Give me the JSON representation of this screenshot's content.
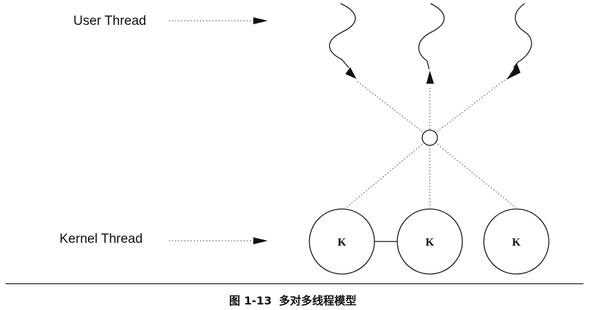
{
  "labels": {
    "user_thread": "User Thread",
    "kernel_thread": "Kernel Thread"
  },
  "kernel_nodes": [
    "K",
    "K",
    "K"
  ],
  "caption": {
    "figure_number": "图 1-13",
    "title": "多对多线程模型"
  }
}
